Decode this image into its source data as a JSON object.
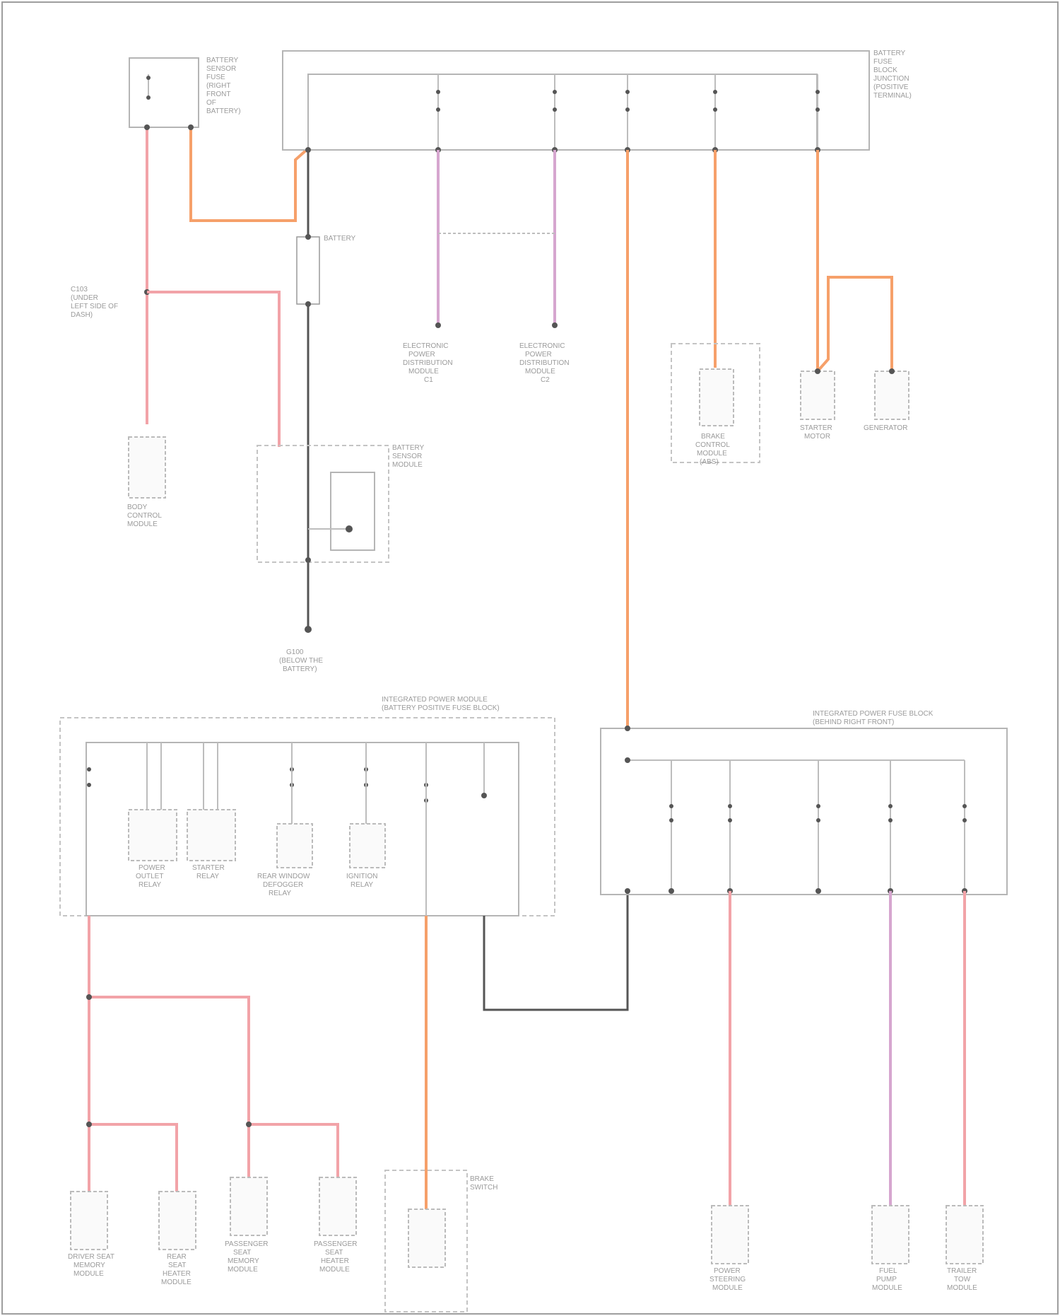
{
  "colors": {
    "wire_pink": "#f2a3a8",
    "wire_orange": "#f6a06a",
    "wire_gray": "#555555",
    "wire_violet": "#d6a6cf"
  },
  "icons": [
    "fuse-icon",
    "ground-icon",
    "connector-icon"
  ],
  "labels": {
    "battery_fuse": "BATTERY\nSENSOR\nFUSE\n(RIGHT\nFRONT\nOF\nBATTERY)",
    "fuse_block_junction": "BATTERY\nFUSE\nBLOCK\nJUNCTION\n(POSITIVE\nTERMINAL)",
    "battery": "BATTERY",
    "battery_sensor": "BATTERY\nSENSOR\nMODULE",
    "left_ground": "G100\n(BELOW THE\nBATTERY)",
    "body_control": "BODY\nCONTROL\nMODULE",
    "left_junction": "C103\n(UNDER\nLEFT SIDE OF\nDASH)",
    "fuse_splice_1": "ELECTRONIC\nPOWER\nDISTRIBUTION\nMODULE\nC1",
    "fuse_splice_2": "ELECTRONIC\nPOWER\nDISTRIBUTION\nMODULE\nC2",
    "brake_module": "BRAKE\nCONTROL\nMODULE\n(ABS)",
    "starter": "STARTER\nMOTOR",
    "generator": "GENERATOR",
    "pdc_front": "INTEGRATED POWER MODULE\n(BATTERY POSITIVE FUSE BLOCK)",
    "ipm_right": "INTEGRATED POWER FUSE BLOCK\n(BEHIND RIGHT FRONT)",
    "relay_1": "POWER\nOUTLET\nRELAY",
    "relay_2": "STARTER\nRELAY",
    "relay_3": "REAR WINDOW\nDEFOGGER\nRELAY",
    "relay_4": "IGNITION\nRELAY",
    "driver_seat": "DRIVER SEAT\nMEMORY\nMODULE",
    "rear_heater": "REAR\nSEAT\nHEATER\nMODULE",
    "pass_seat": "PASSENGER\nSEAT\nMEMORY\nMODULE",
    "pass_heater": "PASSENGER\nSEAT\nHEATER\nMODULE",
    "brake_switch": "BRAKE\nSWITCH",
    "power_steering": "POWER\nSTEERING\nMODULE",
    "fuel_pump": "FUEL\nPUMP\nMODULE",
    "trailer": "TRAILER\nTOW\nMODULE"
  }
}
